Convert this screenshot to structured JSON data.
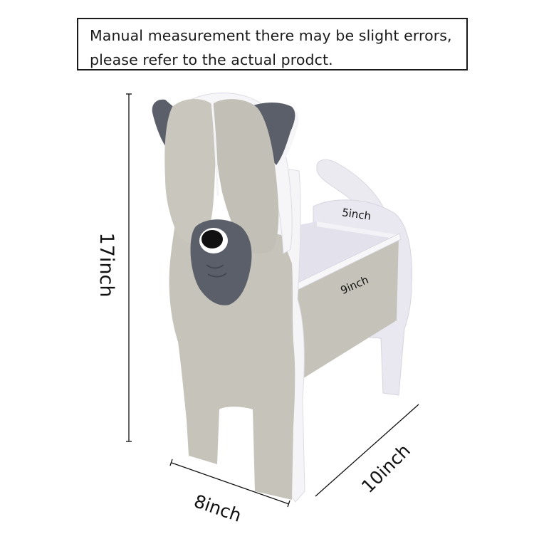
{
  "notice": {
    "line1": "Manual measurement there may be slight errors,",
    "line2": "please refer to the actual prodct."
  },
  "dimensions": {
    "height": "17inch",
    "width": "8inch",
    "depth": "10inch",
    "box_depth": "5inch",
    "box_length": "9inch"
  },
  "colors": {
    "body": "#c4c2b8",
    "ears_muzzle": "#5b5f69",
    "edge": "#f4f4f6",
    "box_interior": "#e6e4ee"
  }
}
